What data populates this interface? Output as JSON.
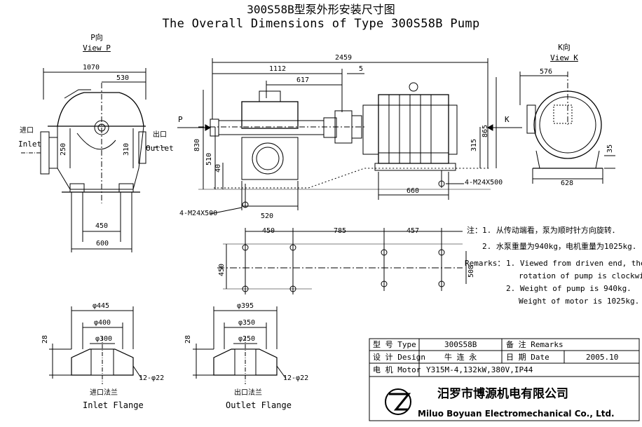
{
  "title": {
    "cn": "300S58B型泵外形安装尺寸图",
    "en": "The Overall Dimensions of Type 300S58B Pump"
  },
  "view_p": {
    "cn": "P向",
    "en": "View P"
  },
  "view_k": {
    "cn": "K向",
    "en": "View K"
  },
  "arrow_labels": {
    "p": "P",
    "k": "K"
  },
  "side_view": {
    "inlet_cn": "进口",
    "inlet_en": "Inlet",
    "outlet_cn": "出口",
    "outlet_en": "Outlet",
    "dims": {
      "width": "1070",
      "half": "530",
      "inlet_h": "250",
      "outlet_h": "310",
      "base": "450",
      "base_total": "600"
    }
  },
  "front_view": {
    "dims": {
      "total_len": "2459",
      "pump_len": "1112",
      "gap": "5",
      "coupling": "617",
      "height": "830",
      "shaft_h": "510",
      "base_h": "40",
      "pump_base": "520",
      "motor_h": "865",
      "motor_shaft": "315",
      "motor_base": "660"
    },
    "bolt_pump": "4-M24X500",
    "bolt_motor": "4-M24X500"
  },
  "k_view": {
    "dims": {
      "half": "576",
      "base": "628",
      "foot": "35"
    }
  },
  "plan_view": {
    "dims": {
      "a": "450",
      "b": "785",
      "c": "457",
      "d": "450",
      "e": "508"
    }
  },
  "inlet_flange": {
    "cn": "进口法兰",
    "en": "Inlet Flange",
    "outer": "φ445",
    "pcd": "φ400",
    "bore": "φ300",
    "thick": "28",
    "holes": "12-φ22"
  },
  "outlet_flange": {
    "cn": "出口法兰",
    "en": "Outlet Flange",
    "outer": "φ395",
    "pcd": "φ350",
    "bore": "φ250",
    "thick": "28",
    "holes": "12-φ22"
  },
  "notes": {
    "cn_1": "注：1. 从传动端看，泵为顺时针方向旋转．",
    "cn_2": "2. 水泵重量为940kg，电机重量为1025kg.",
    "en_head": "Remarks：",
    "en_1a": "1. Viewed from driven end, the",
    "en_1b": "rotation of pump is  clockwise.",
    "en_2a": "2. Weight of pump is 940kg.",
    "en_2b": "Weight of motor is 1025kg."
  },
  "title_block": {
    "type_label": "型 号 Type",
    "type_value": "300S58B",
    "remarks_label": "备 注 Remarks",
    "design_label": "设 计 Design",
    "design_value": "牛 连 永",
    "date_label": "日 期 Date",
    "date_value": "2005.10",
    "motor_label": "电 机 Motor",
    "motor_value": "Y315M-4,132kW,380V,IP44"
  },
  "company": {
    "cn": "汨罗市博源机电有限公司",
    "en": "Miluo Boyuan Electromechanical Co., Ltd."
  }
}
